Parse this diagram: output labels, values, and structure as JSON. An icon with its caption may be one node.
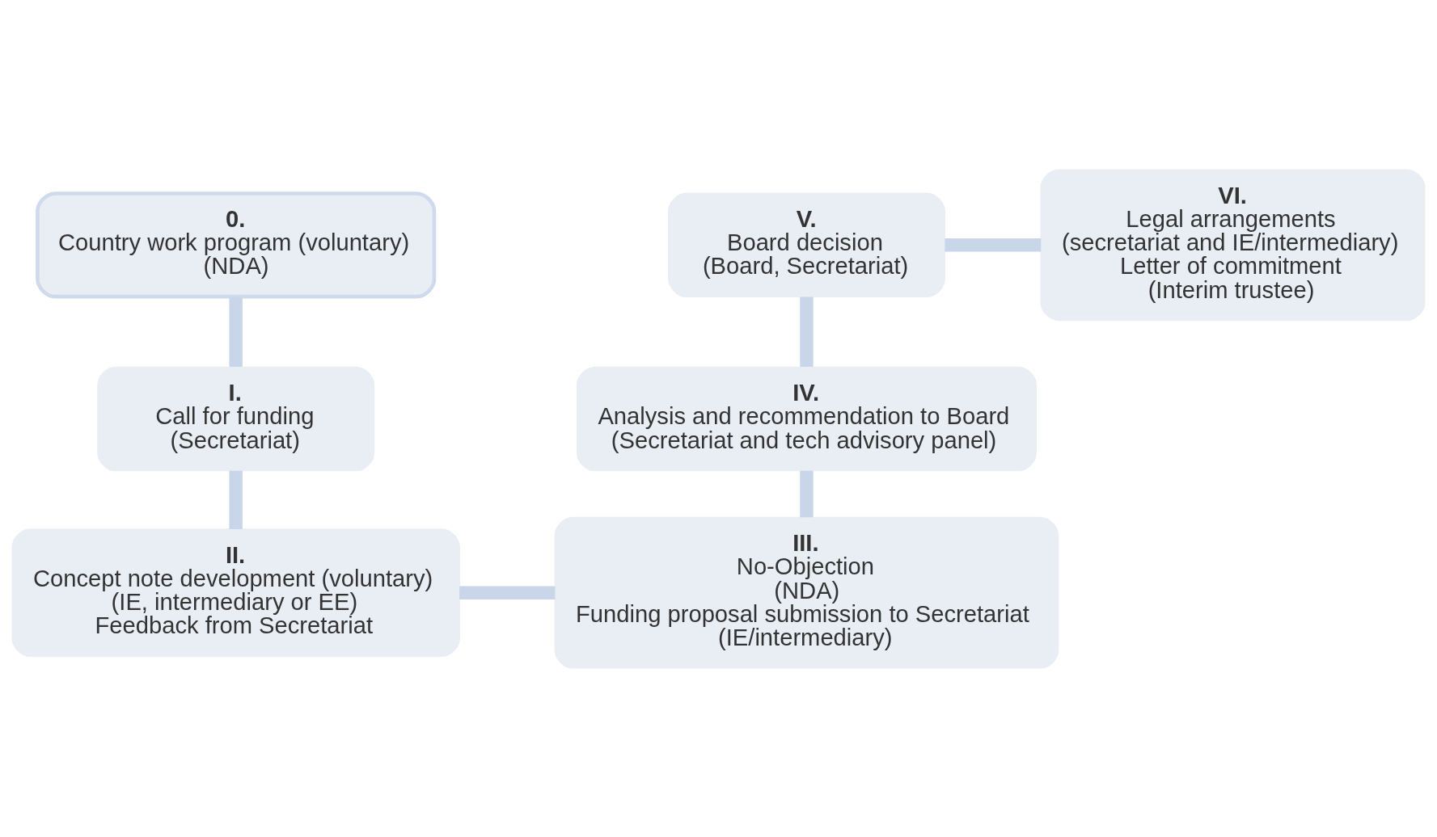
{
  "diagram": {
    "nodes": [
      {
        "text": [
          "0.",
          "Country work program (voluntary)",
          "(NDA)"
        ]
      },
      {
        "text": [
          "I.",
          "Call for funding",
          "(Secretariat)"
        ]
      },
      {
        "text": [
          "II.",
          "Concept note development (voluntary)",
          "(IE, intermediary or EE)",
          "Feedback from Secretariat"
        ]
      },
      {
        "text": [
          "III.",
          "No-Objection",
          "(NDA)",
          "Funding proposal submission to Secretariat",
          "(IE/intermediary)"
        ]
      },
      {
        "text": [
          "IV.",
          "Analysis and recommendation to Board",
          "(Secretariat and tech advisory panel)"
        ]
      },
      {
        "text": [
          "V.",
          "Board decision",
          "(Board, Secretariat)"
        ]
      },
      {
        "text": [
          "VI.",
          "Legal arrangements",
          "(secretariat and IE/intermediary)",
          "Letter of commitment",
          "(Interim trustee)"
        ]
      }
    ],
    "edges": [
      {
        "from": 0,
        "to": 1,
        "arrow": "none"
      },
      {
        "from": 1,
        "to": 2,
        "arrow": "none"
      },
      {
        "from": 2,
        "to": 3,
        "arrow": "none"
      },
      {
        "from": 3,
        "to": 4,
        "arrow": "none"
      },
      {
        "from": 4,
        "to": 5,
        "arrow": "none"
      },
      {
        "from": 5,
        "to": 6,
        "arrow": "none"
      }
    ]
  }
}
